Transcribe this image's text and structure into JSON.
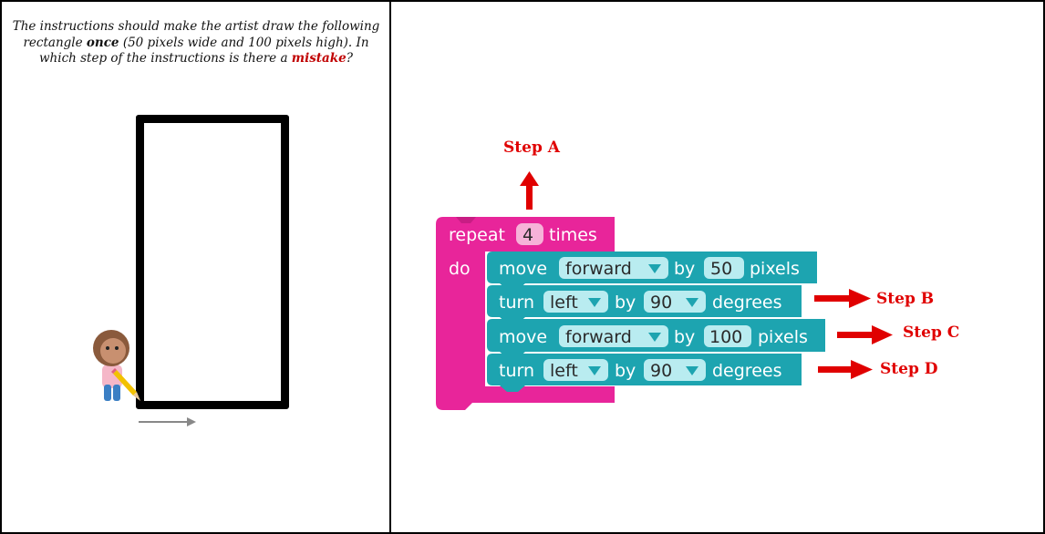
{
  "question": {
    "part1": "The instructions should make the artist draw the following rectangle ",
    "emph_once": "once",
    "part2": " (50 pixels wide and 100 pixels high). In which step of the instructions is there a ",
    "emph_mistake": "mistake",
    "part3": "?"
  },
  "program": {
    "repeat_label": "repeat",
    "repeat_count": "4",
    "times_label": "times",
    "do_label": "do",
    "blocks": [
      {
        "verb": "move",
        "dir": "forward",
        "by": "by",
        "value": "50",
        "unit": "pixels"
      },
      {
        "verb": "turn",
        "dir": "left",
        "by": "by",
        "value": "90",
        "unit": "degrees"
      },
      {
        "verb": "move",
        "dir": "forward",
        "by": "by",
        "value": "100",
        "unit": "pixels"
      },
      {
        "verb": "turn",
        "dir": "left",
        "by": "by",
        "value": "90",
        "unit": "degrees"
      }
    ]
  },
  "steps": {
    "a": "Step A",
    "b": "Step B",
    "c": "Step C",
    "d": "Step D"
  },
  "colors": {
    "repeat_block": "#e8259a",
    "command_block": "#1da4b0",
    "slot": "#b9ecf0",
    "step_red": "#e00000"
  }
}
